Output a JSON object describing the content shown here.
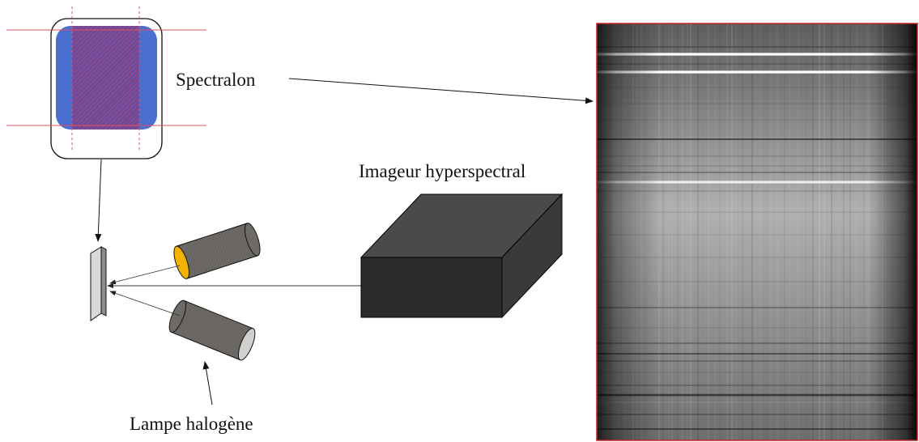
{
  "labels": {
    "spectralon": "Spectralon",
    "imager": "Imageur hyperspectral",
    "lamp": "Lampe halogène"
  },
  "colors": {
    "sample_blue": "#4a6fd0",
    "hatch_purple": "#8a4fa0",
    "guide_red": "#e05060",
    "device_dark": "#2b2b2b",
    "lamp_grey": "#6e6a66",
    "lamp_lens_yellow": "#f2b400",
    "frame_border_red": "#cc2222"
  },
  "icons": {
    "sample_tray": "sample-tray-icon",
    "camera": "hyperspectral-camera-icon",
    "lamp": "halogen-lamp-icon",
    "reference_plate": "reference-plate-icon"
  }
}
